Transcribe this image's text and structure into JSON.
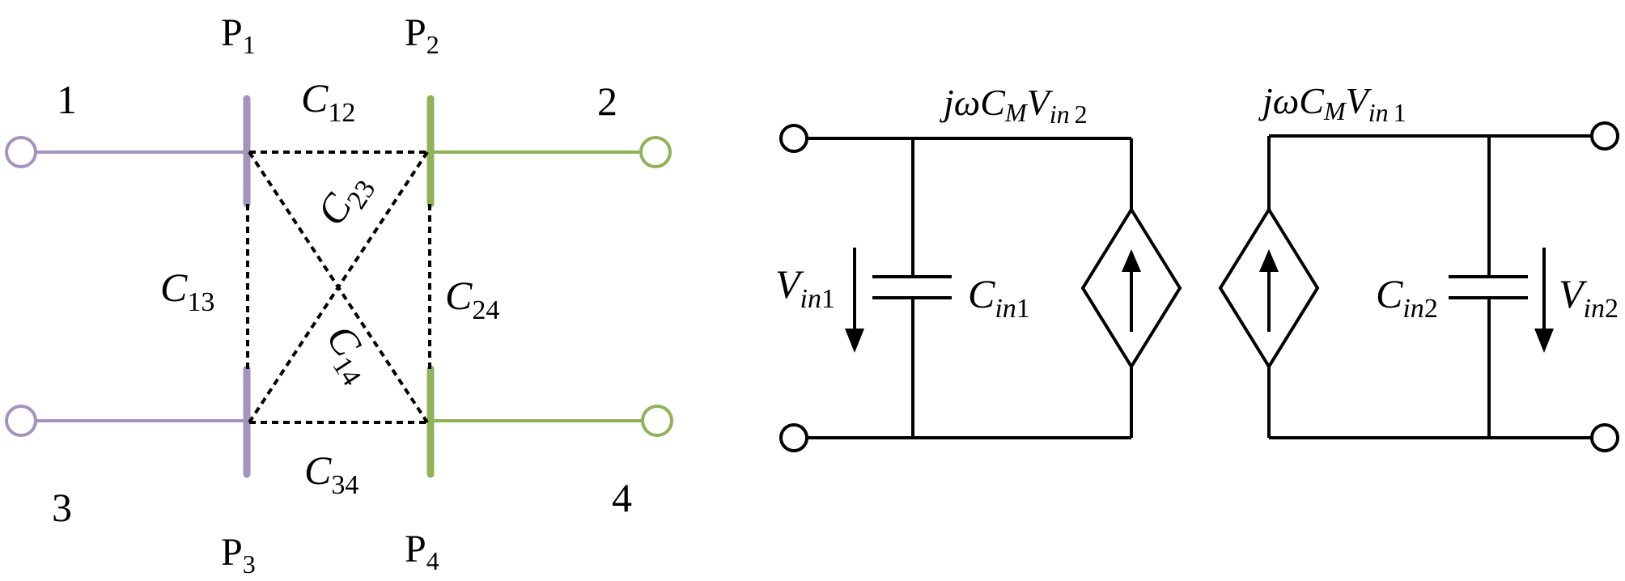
{
  "left_diagram": {
    "ports": {
      "p1": {
        "main": "P",
        "sub": "1"
      },
      "p2": {
        "main": "P",
        "sub": "2"
      },
      "p3": {
        "main": "P",
        "sub": "3"
      },
      "p4": {
        "main": "P",
        "sub": "4"
      }
    },
    "terminals": {
      "t1": "1",
      "t2": "2",
      "t3": "3",
      "t4": "4"
    },
    "capacitances": {
      "c12": {
        "main": "C",
        "sub": "12"
      },
      "c13": {
        "main": "C",
        "sub": "13"
      },
      "c14": {
        "main": "C",
        "sub": "14"
      },
      "c23": {
        "main": "C",
        "sub": "23"
      },
      "c24": {
        "main": "C",
        "sub": "24"
      },
      "c34": {
        "main": "C",
        "sub": "34"
      }
    },
    "colors": {
      "purple": "#a593bf",
      "green": "#8fb356"
    }
  },
  "right_circuit": {
    "source_left": {
      "pre": "jωC",
      "m": "M",
      "v": "V",
      "sub": "in",
      "num": "2"
    },
    "source_right": {
      "pre": "jωC",
      "m": "M",
      "v": "V",
      "sub": "in",
      "num": "1"
    },
    "vin1": {
      "main": "V",
      "sub": "in",
      "num": "1"
    },
    "vin2": {
      "main": "V",
      "sub": "in",
      "num": "2"
    },
    "cin1": {
      "main": "C",
      "sub": "in",
      "num": "1"
    },
    "cin2": {
      "main": "C",
      "sub": "in",
      "num": "2"
    }
  }
}
